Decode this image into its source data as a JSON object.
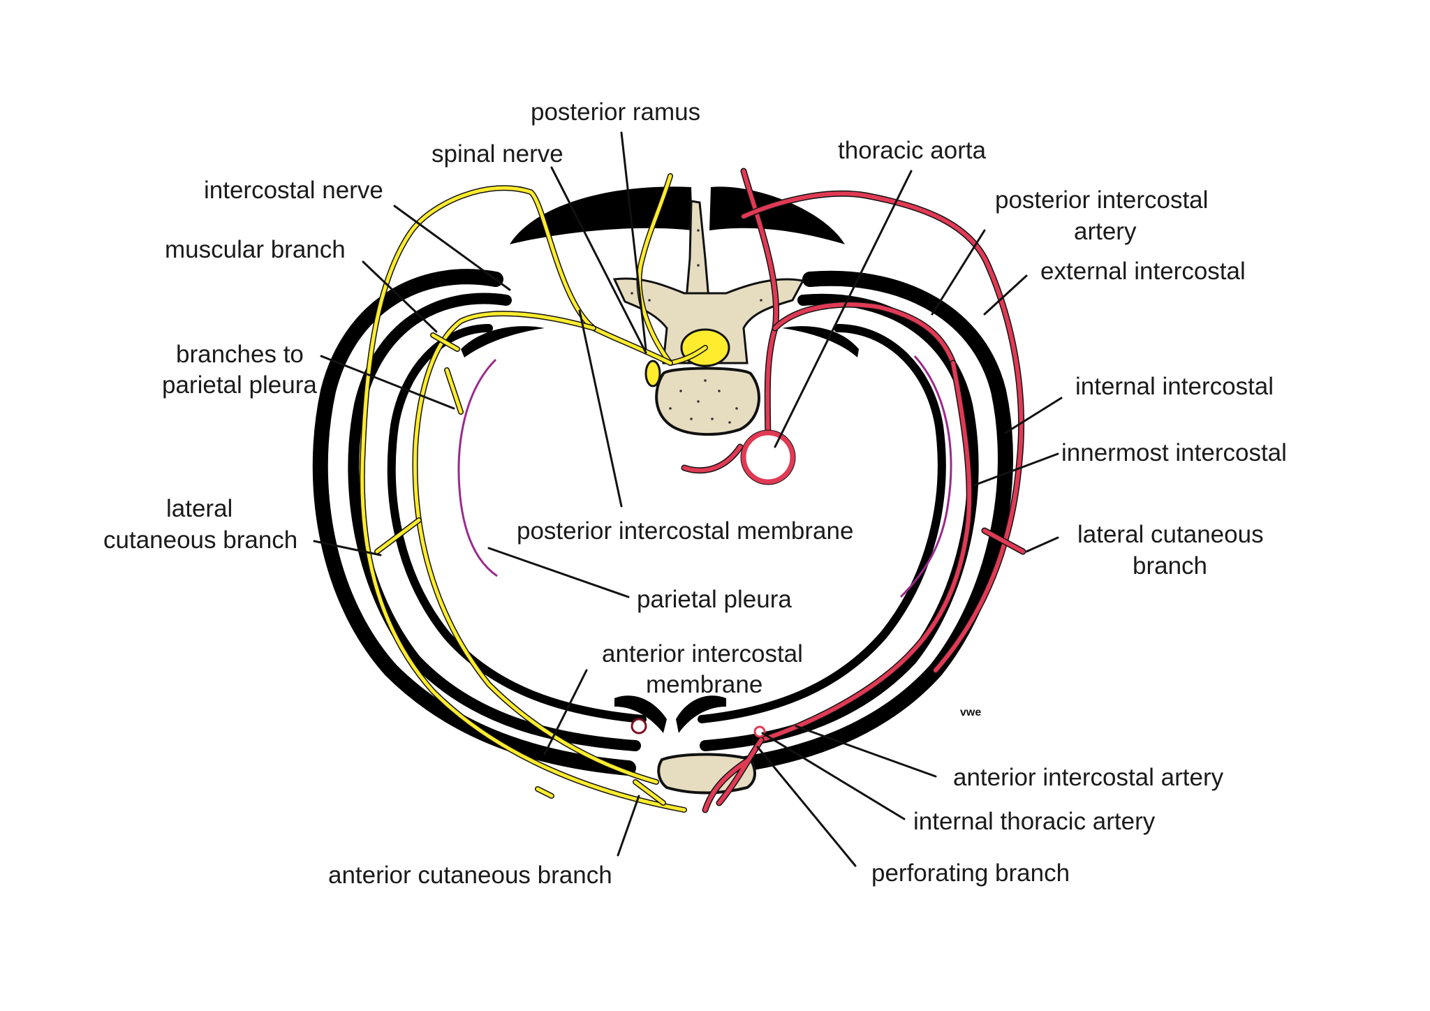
{
  "colors": {
    "nerve": "#ffec2e",
    "artery": "#e03a55",
    "muscle": "#000000",
    "bone": "#e6dcc0",
    "pleura": "#9a2a8a",
    "background": "#ffffff"
  },
  "labels": {
    "posterior_ramus": "posterior ramus",
    "spinal_nerve": "spinal nerve",
    "intercostal_nerve": "intercostal nerve",
    "muscular_branch": "muscular branch",
    "branches_to_parietal_pleura_line1": "branches to",
    "branches_to_parietal_pleura_line2": "parietal pleura",
    "lateral_cutaneous_branch_left_line1": "lateral",
    "lateral_cutaneous_branch_left_line2": "cutaneous branch",
    "posterior_intercostal_membrane": "posterior intercostal membrane",
    "parietal_pleura": "parietal pleura",
    "anterior_intercostal_membrane_line1": "anterior intercostal",
    "anterior_intercostal_membrane_line2": "membrane",
    "anterior_cutaneous_branch": "anterior cutaneous branch",
    "thoracic_aorta": "thoracic aorta",
    "posterior_intercostal_artery_line1": "posterior intercostal",
    "posterior_intercostal_artery_line2": "artery",
    "external_intercostal": "external intercostal",
    "internal_intercostal": "internal intercostal",
    "innermost_intercostal": "innermost intercostal",
    "lateral_cutaneous_branch_right_line1": "lateral cutaneous",
    "lateral_cutaneous_branch_right_line2": "branch",
    "anterior_intercostal_artery": "anterior intercostal artery",
    "internal_thoracic_artery": "internal thoracic artery",
    "perforating_branch": "perforating branch",
    "artist_initials": "vwe"
  }
}
